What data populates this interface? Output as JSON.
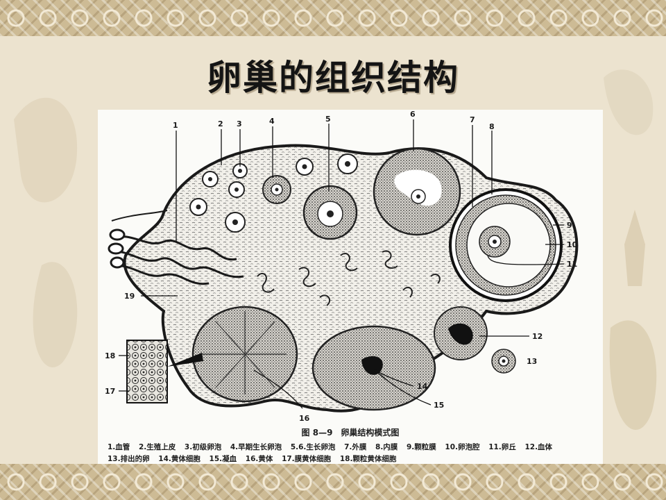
{
  "slide": {
    "title": "卵巢的组织结构"
  },
  "diagram": {
    "figure_caption": "图 8—9　卵巢结构模式图",
    "number_labels": [
      "1",
      "2",
      "3",
      "4",
      "5",
      "6",
      "7",
      "8",
      "9",
      "10",
      "11",
      "12",
      "13",
      "14",
      "15",
      "16",
      "17",
      "18",
      "19"
    ],
    "legend": [
      "1.血管",
      "2.生殖上皮",
      "3.初级卵泡",
      "4.早期生长卵泡",
      "5.6.生长卵泡",
      "7.外膜",
      "8.内膜",
      "9.颗粒膜",
      "10.卵泡腔",
      "11.卵丘",
      "12.血体",
      "13.排出的卵",
      "14.黄体细胞",
      "15.凝血",
      "16.黄体",
      "17.膜黄体细胞",
      "18.颗粒黄体细胞"
    ]
  },
  "colors": {
    "slide_background": "#ece3cf",
    "border": "#cdbb95",
    "ink": "#1a1a1a"
  }
}
